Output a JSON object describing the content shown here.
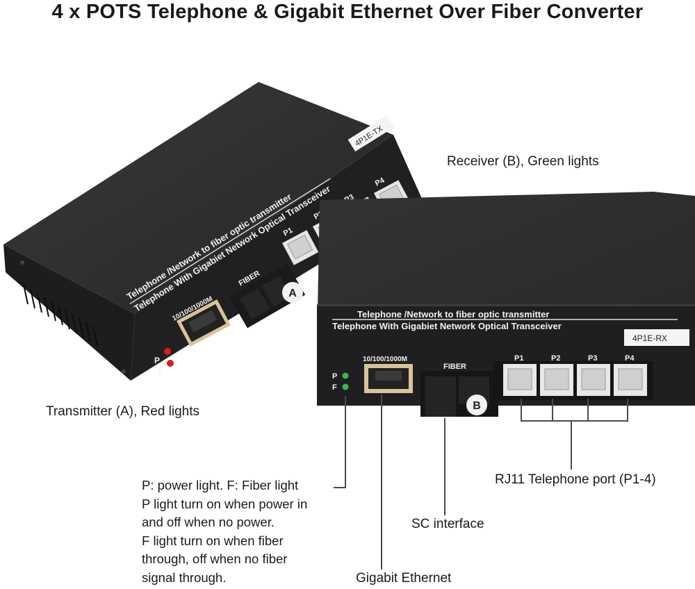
{
  "title": "4 x POTS Telephone & Gigabit Ethernet Over Fiber Converter",
  "labels": {
    "receiver": "Receiver (B), Green lights",
    "transmitter": "Transmitter (A), Red lights",
    "rj11": "RJ11 Telephone port (P1-4)",
    "sc": "SC interface",
    "gigabit": "Gigabit Ethernet"
  },
  "description": [
    "P: power light. F: Fiber light",
    " P light turn on when power in",
    "and off when no power.",
    " F light turn on when fiber",
    "through, off when no fiber",
    " signal through."
  ],
  "transmitter_panel": {
    "line1": "Telephone /Network to fiber optic transmitter",
    "line2": "Telephone With Gigabiet Network Optical Transceiver",
    "model": "4P1E-TX",
    "eth_label": "10/100/1000M",
    "fiber_label": "FIBER",
    "fiber_badge": "A",
    "led_p": "P",
    "led_f": "F",
    "ports": [
      "P1",
      "P2",
      "P3",
      "P4"
    ]
  },
  "receiver_panel": {
    "line1": "Telephone /Network to fiber optic transmitter",
    "line2": "Telephone With Gigabiet Network Optical  Transceiver",
    "model": "4P1E-RX",
    "eth_label": "10/100/1000M",
    "fiber_label": "FIBER",
    "fiber_badge": "B",
    "led_p": "P",
    "led_f": "F",
    "ports": [
      "P1",
      "P2",
      "P3",
      "P4"
    ]
  },
  "colors": {
    "chassis_top": "#2e2e30",
    "chassis_front": "#262628",
    "led_red": "#d81e1e",
    "led_green": "#3fb64a",
    "leader_line": "#4a4a4a"
  }
}
